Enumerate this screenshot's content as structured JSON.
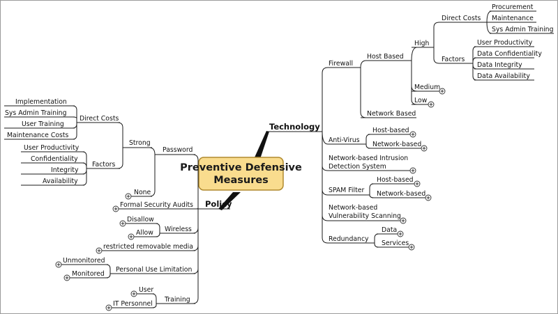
{
  "center": {
    "line1": "Preventive Defensive",
    "line2": "Measures"
  },
  "technology": {
    "label": "Technology",
    "firewall": {
      "label": "Firewall",
      "host_based": {
        "label": "Host Based",
        "high": {
          "label": "High",
          "direct_costs": {
            "label": "Direct Costs",
            "items": [
              "Procurement",
              "Maintenance",
              "Sys Admin Training"
            ]
          },
          "factors": {
            "label": "Factors",
            "items": [
              "User Productivity",
              "Data Confidentiality",
              "Data Integrity",
              "Data Availability"
            ]
          }
        },
        "medium": "Medium",
        "low": "Low"
      },
      "network_based": "Network Based"
    },
    "anti_virus": {
      "label": "Anti-Virus",
      "items": [
        "Host-based",
        "Network-based"
      ]
    },
    "nids": {
      "line1": "Network-based Intrusion",
      "line2": "Detection System"
    },
    "spam": {
      "label": "SPAM Filter",
      "items": [
        "Host-based",
        "Network-based"
      ]
    },
    "vuln": {
      "line1": "Network-based",
      "line2": "Vulnerability Scanning"
    },
    "redundancy": {
      "label": "Redundancy",
      "items": [
        "Data",
        "Services"
      ]
    }
  },
  "policy": {
    "label": "Policy",
    "password": {
      "label": "Password",
      "strong": {
        "label": "Strong",
        "direct_costs": {
          "label": "Direct Costs",
          "items": [
            "Implementation",
            "Sys Admin Training",
            "User Training",
            "Maintenance Costs"
          ]
        },
        "factors": {
          "label": "Factors",
          "items": [
            "User Productivity",
            "Confidentiality",
            "Integrity",
            "Availability"
          ]
        }
      },
      "none": "None"
    },
    "formal_audits": "Formal Security Audits",
    "wireless": {
      "label": "Wireless",
      "items": [
        "Disallow",
        "Allow"
      ]
    },
    "removable_media": "restricted removable media",
    "personal_use": {
      "label": "Personal Use Limitation",
      "items": [
        "Unmonitored",
        "Monitored"
      ]
    },
    "training": {
      "label": "Training",
      "items": [
        "User",
        "IT Personnel"
      ]
    }
  },
  "colors": {
    "center_fill": "#f9dc8e",
    "center_border": "#b08a2e",
    "lines": "#1a1a1a"
  }
}
